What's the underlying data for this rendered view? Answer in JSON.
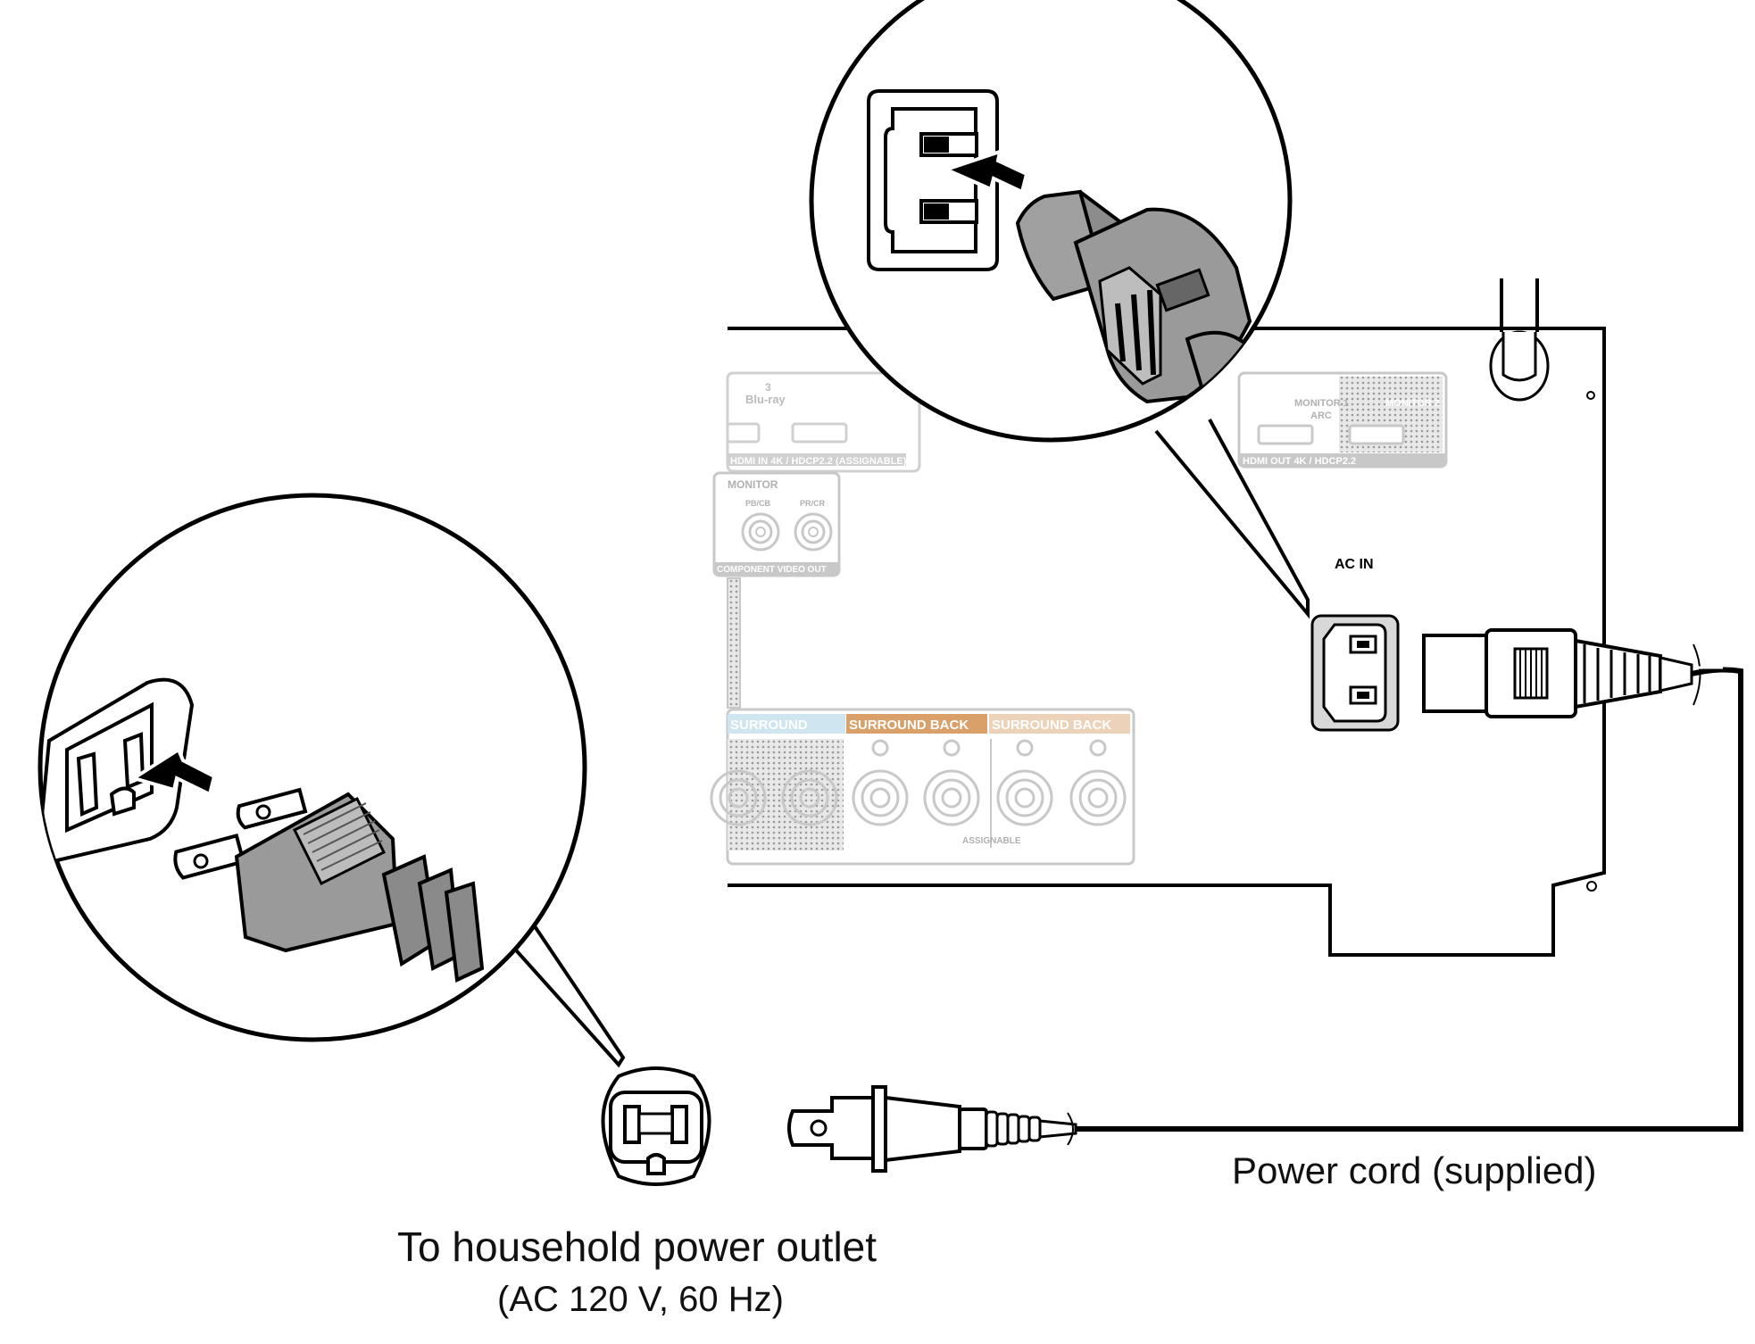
{
  "labels": {
    "ac_in": "AC IN",
    "power_cord": "Power cord (supplied)",
    "outlet_title": "To household power outlet",
    "outlet_spec": "(AC 120 V, 60 Hz)"
  },
  "receiver_panel": {
    "input_number": "3",
    "input_name": "Blu-ray",
    "hdmi_in_row": "HDMI  IN   4K / HDCP2.2  (ASSIGNABLE)",
    "monitor_arc": "MONITOR 1",
    "arc": "ARC",
    "monitor_2": "MONITOR 2",
    "hdmi_out_row": "HDMI  OUT   4K / HDCP2.2",
    "component_monitor": "MONITOR",
    "pb": "PB/CB",
    "pr": "PR/CR",
    "component_video_out": "COMPONENT VIDEO  OUT",
    "surround_l": "SURROUND",
    "surround_back_r": "SURROUND BACK",
    "surround_back_l": "SURROUND BACK",
    "assignable": "ASSIGNABLE"
  },
  "colors": {
    "line": "#000000",
    "faded_panel": "#c8c8c8",
    "plug_body": "#9a9a9a",
    "surround_accent": "#9dd0e6",
    "surround_back_accent": "#d9a06a"
  }
}
